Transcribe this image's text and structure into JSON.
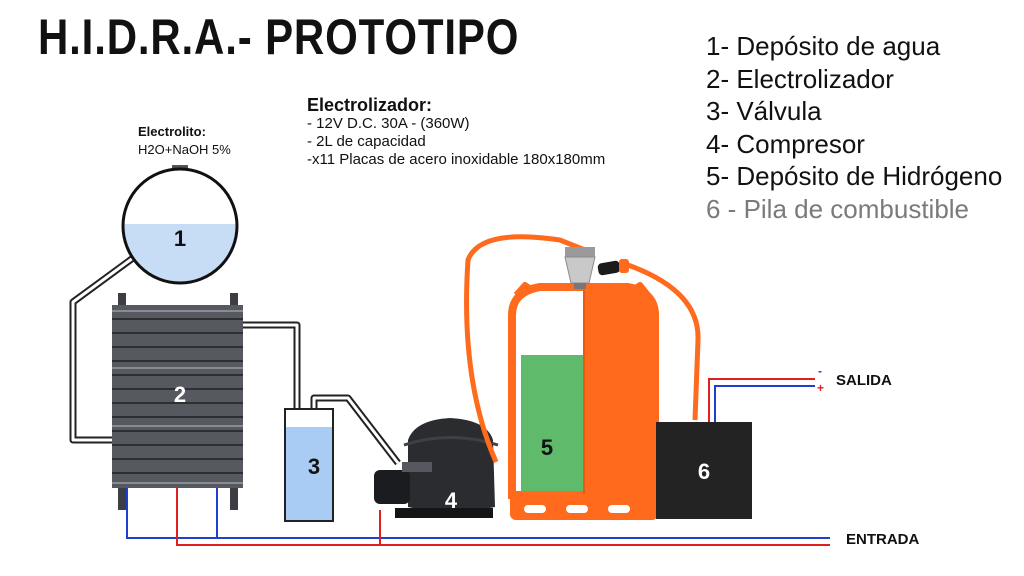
{
  "title": "H.I.D.R.A.- PROTOTIPO",
  "legend": [
    "1- Depósito de agua",
    "2- Electrolizador",
    "3- Válvula",
    "4- Compresor",
    "5- Depósito de Hidrógeno",
    "6 - Pila de combustible"
  ],
  "electrolyzer_spec": {
    "heading": "Electrolizador:",
    "lines": [
      "- 12V D.C. 30A - (360W)",
      "- 2L de capacidad",
      "-x11 Placas de acero inoxidable 180x180mm"
    ]
  },
  "electrolyte": {
    "heading": "Electrolito:",
    "formula": "H2O+NaOH 5%"
  },
  "component_numbers": {
    "tank": "1",
    "electrolyzer": "2",
    "valve": "3",
    "compressor": "4",
    "hydrogen_tank": "5",
    "fuel_cell": "6"
  },
  "wire_labels": {
    "output": "SALIDA",
    "input": "ENTRADA"
  },
  "polarity": {
    "minus": "-",
    "plus": "+"
  },
  "colors": {
    "water": "#c7dcf5",
    "plates": "#4f5258",
    "hose": "#ff6a1c",
    "gas_tank": "#ff6a1c",
    "hydrogen": "#5fba6b",
    "compressor": "#2a2c30",
    "fuel_cell": "#232323",
    "wire_red": "#e02020",
    "wire_blue": "#1f3fcf"
  }
}
